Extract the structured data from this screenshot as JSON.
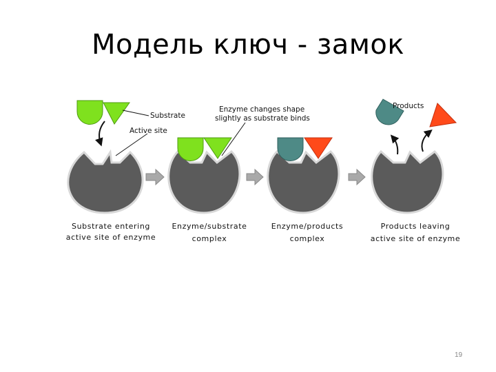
{
  "slide": {
    "title": "Модель ключ - замок",
    "page_number": "19"
  },
  "diagram": {
    "labels": {
      "substrate": "Substrate",
      "active_site": "Active site",
      "enzyme_change_line1": "Enzyme changes shape",
      "enzyme_change_line2": "slightly as substrate binds",
      "products": "Products"
    },
    "captions": [
      {
        "line1": "Substrate entering",
        "line2": "active site of enzyme"
      },
      {
        "line1": "Enzyme/substrate",
        "line2": "complex"
      },
      {
        "line1": "Enzyme/products",
        "line2": "complex"
      },
      {
        "line1": "Products leaving",
        "line2": "active site of enzyme"
      }
    ],
    "colors": {
      "enzyme": "#5b5b5b",
      "enzyme_outline": "#d8d8d8",
      "substrate": "#7fe11e",
      "substrate_outline": "#4e9a12",
      "product_round": "#4e8a86",
      "product_triangle": "#ff4a1a",
      "arrow": "#a9a9a9"
    }
  }
}
